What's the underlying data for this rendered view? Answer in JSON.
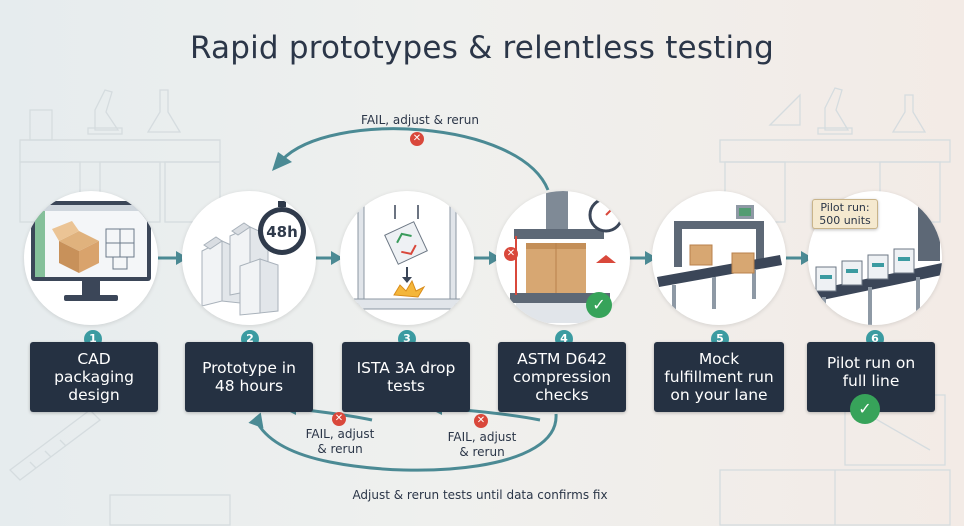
{
  "title": "Rapid prototypes & relentless testing",
  "steps": [
    {
      "num": "1",
      "label": "CAD packaging design"
    },
    {
      "num": "2",
      "label": "Prototype in 48 hours",
      "badge": "48h"
    },
    {
      "num": "3",
      "label": "ISTA 3A drop tests"
    },
    {
      "num": "4",
      "label": "ASTM D642 compression checks"
    },
    {
      "num": "5",
      "label": "Mock fulfillment run on your lane"
    },
    {
      "num": "6",
      "label": "Pilot run on full line",
      "tag": "Pilot run: 500 units"
    }
  ],
  "loops": {
    "top": "FAIL, adjust & rerun",
    "left": "FAIL, adjust & rerun",
    "right": "FAIL, adjust & rerun",
    "bottom": "Adjust & rerun tests until data confirms fix"
  },
  "icons": {
    "fail": "x-icon",
    "pass": "check-icon",
    "step": "numbered-circle"
  },
  "colors": {
    "accent": "#3b9ba1",
    "label_bg": "#253142",
    "fail": "#d9483b",
    "pass": "#37a35a",
    "arrow": "#4b8a94"
  }
}
